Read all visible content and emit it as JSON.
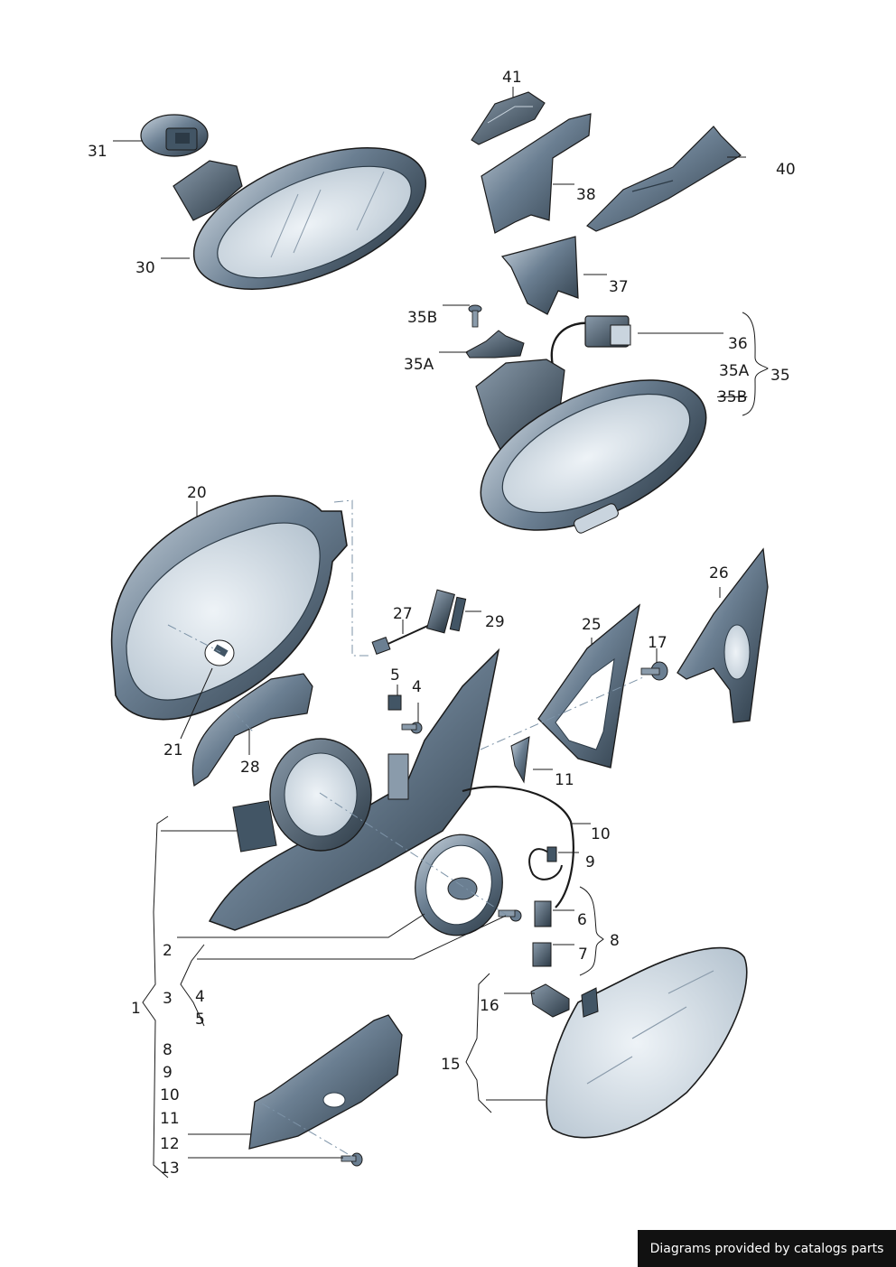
{
  "colors": {
    "part_fill": "#6b7f92",
    "part_shade": "#425565",
    "part_dark": "#2c3a46",
    "part_light": "#c9d4de",
    "glass": "#d7e0e8",
    "line": "#1a1a1a",
    "credit_bg": "#111111",
    "credit_text": "#ffffff"
  },
  "callouts": [
    {
      "id": "41",
      "text": "41"
    },
    {
      "id": "31",
      "text": "31"
    },
    {
      "id": "40",
      "text": "40"
    },
    {
      "id": "38",
      "text": "38"
    },
    {
      "id": "30",
      "text": "30"
    },
    {
      "id": "37",
      "text": "37"
    },
    {
      "id": "35B-a",
      "text": "35B"
    },
    {
      "id": "36",
      "text": "36"
    },
    {
      "id": "35A-a",
      "text": "35A"
    },
    {
      "id": "35A-b",
      "text": "35A"
    },
    {
      "id": "35",
      "text": "35"
    },
    {
      "id": "35B-b",
      "text": "35B"
    },
    {
      "id": "20",
      "text": "20"
    },
    {
      "id": "26",
      "text": "26"
    },
    {
      "id": "27",
      "text": "27"
    },
    {
      "id": "29",
      "text": "29"
    },
    {
      "id": "25",
      "text": "25"
    },
    {
      "id": "17",
      "text": "17"
    },
    {
      "id": "5-a",
      "text": "5"
    },
    {
      "id": "4-a",
      "text": "4"
    },
    {
      "id": "21",
      "text": "21"
    },
    {
      "id": "28",
      "text": "28"
    },
    {
      "id": "11-a",
      "text": "11"
    },
    {
      "id": "10-a",
      "text": "10"
    },
    {
      "id": "9-a",
      "text": "9"
    },
    {
      "id": "6",
      "text": "6"
    },
    {
      "id": "8-a",
      "text": "8"
    },
    {
      "id": "7",
      "text": "7"
    },
    {
      "id": "2",
      "text": "2"
    },
    {
      "id": "3",
      "text": "3"
    },
    {
      "id": "4-b",
      "text": "4"
    },
    {
      "id": "1",
      "text": "1"
    },
    {
      "id": "5-b",
      "text": "5"
    },
    {
      "id": "16",
      "text": "16"
    },
    {
      "id": "8-b",
      "text": "8"
    },
    {
      "id": "9-b",
      "text": "9"
    },
    {
      "id": "15",
      "text": "15"
    },
    {
      "id": "10-b",
      "text": "10"
    },
    {
      "id": "11-b",
      "text": "11"
    },
    {
      "id": "12",
      "text": "12"
    },
    {
      "id": "13",
      "text": "13"
    }
  ],
  "credit": "Diagrams provided by catalogs parts"
}
